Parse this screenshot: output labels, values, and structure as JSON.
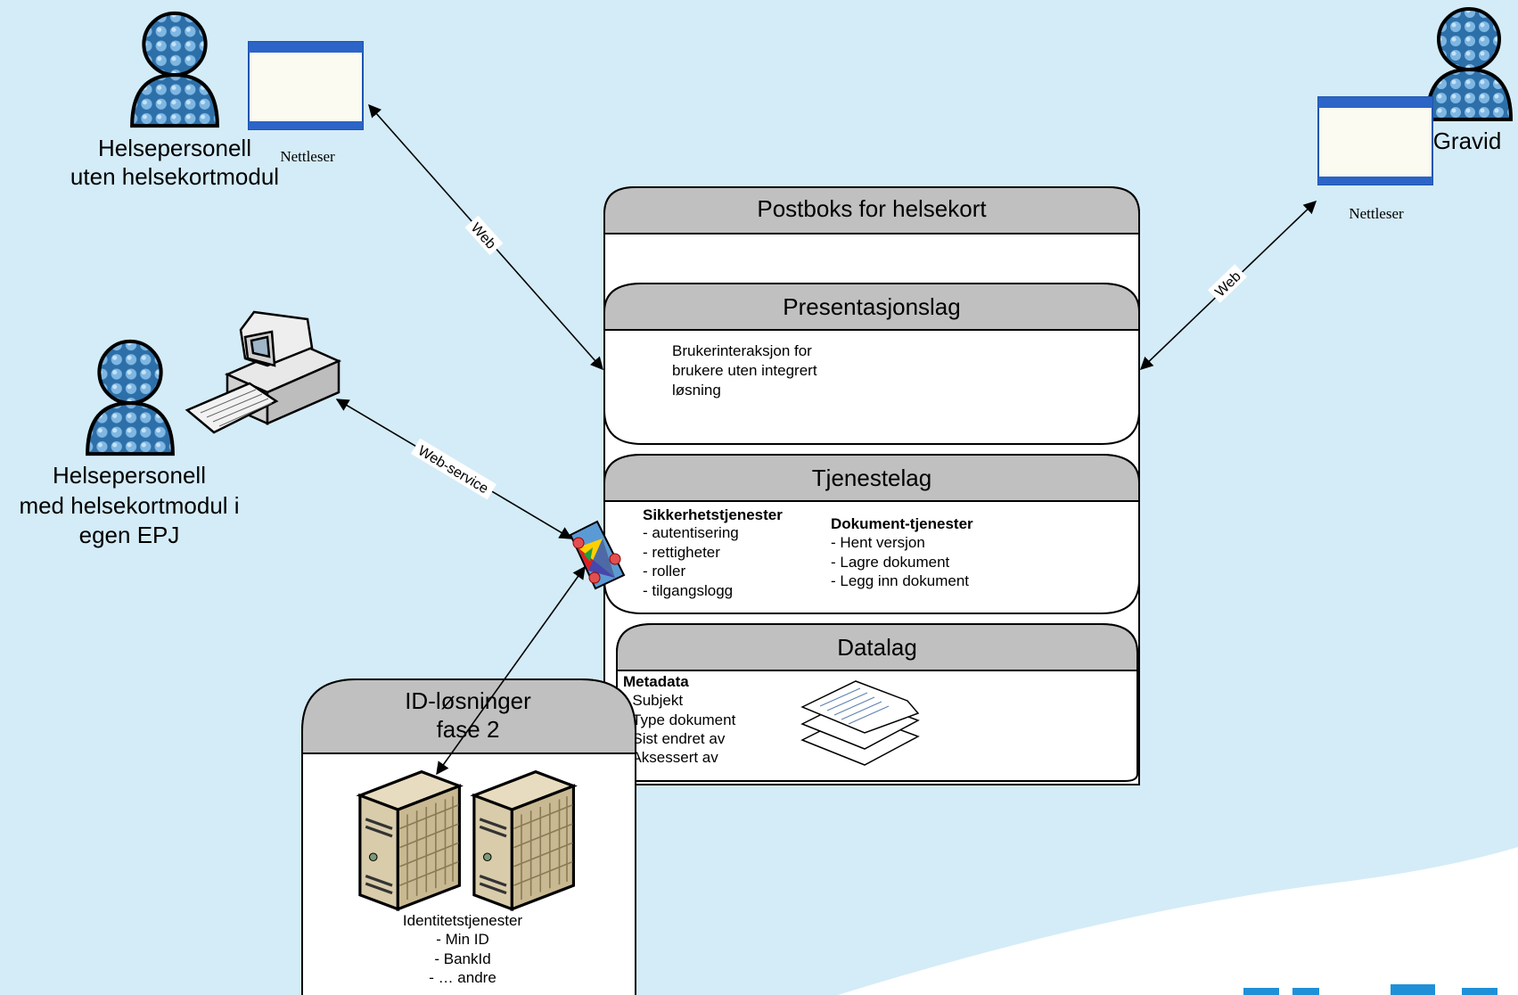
{
  "actors": {
    "hp_uten": {
      "line1": "Helsepersonell",
      "line2": "uten helsekortmodul",
      "browser": "Nettleser"
    },
    "hp_med": {
      "line1": "Helsepersonell",
      "line2": "med helsekortmodul i",
      "line3": "egen EPJ"
    },
    "gravid": {
      "label": "Gravid",
      "browser": "Nettleser"
    }
  },
  "connections": {
    "web_left": "Web",
    "web_right": "Web",
    "web_service": "Web-service"
  },
  "postboks": {
    "title": "Postboks for helsekort",
    "presentasjon": {
      "title": "Presentasjonslag",
      "text": [
        "Brukerinteraksjon for",
        "brukere uten integrert",
        "løsning"
      ]
    },
    "tjeneste": {
      "title": "Tjenestelag",
      "sikkerhet_title": "Sikkerhetstjenester",
      "sikkerhet_items": [
        "- autentisering",
        "- rettigheter",
        "- roller",
        "- tilgangslogg"
      ],
      "dokument_title": "Dokument-tjenester",
      "dokument_items": [
        "- Hent versjon",
        "- Lagre dokument",
        "- Legg inn dokument"
      ]
    },
    "data": {
      "title": "Datalag",
      "meta_title": "Metadata",
      "meta_items": [
        "- Subjekt",
        "- Type dokument",
        "- Sist endret av",
        "- Aksessert av"
      ]
    }
  },
  "id": {
    "title1": "ID-løsninger",
    "title2": "fase 2",
    "heading": "Identitetstjenester",
    "items": [
      "- Min ID",
      "- BankId",
      "- … andre"
    ]
  },
  "colors": {
    "background": "#d4ecf7",
    "header_gray": "#c0c0c0",
    "person_blue": "#4d8fc6"
  }
}
